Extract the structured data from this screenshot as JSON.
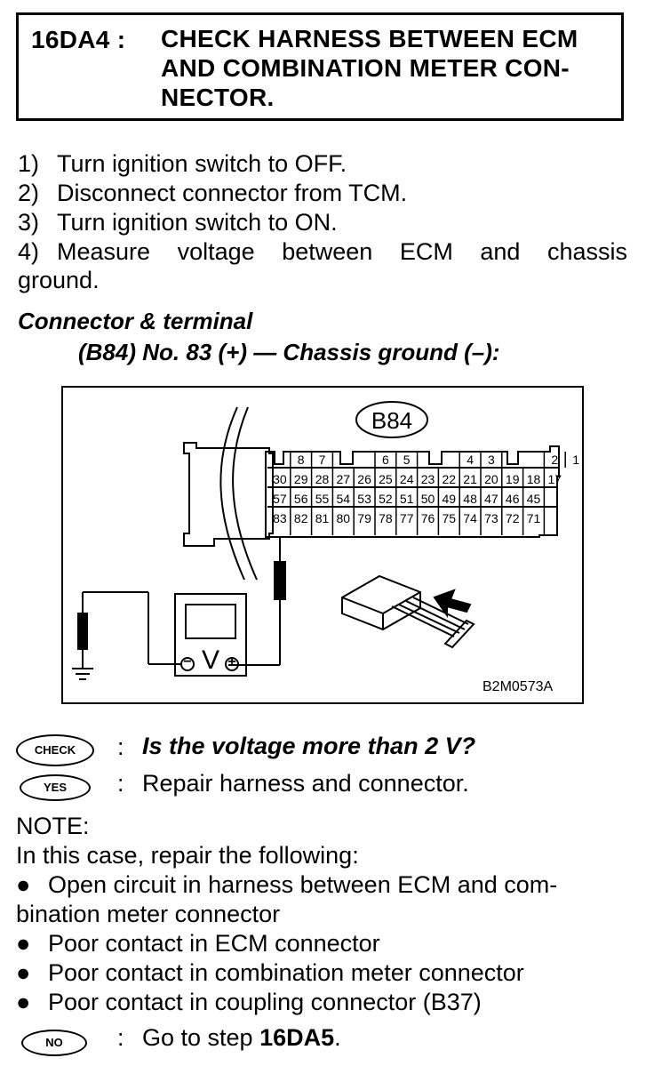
{
  "header": {
    "code": "16DA4 :",
    "title": "CHECK HARNESS BETWEEN ECM AND COMBINATION METER CON-NECTOR."
  },
  "steps": [
    {
      "num": "1)",
      "text": "Turn ignition switch to OFF."
    },
    {
      "num": "2)",
      "text": "Disconnect connector from TCM."
    },
    {
      "num": "3)",
      "text": "Turn ignition switch to ON."
    },
    {
      "num": "4)",
      "text": "Measure voltage between ECM and chassis"
    }
  ],
  "step4_continuation": "ground.",
  "connector": {
    "heading": "Connector & terminal",
    "detail": "(B84) No. 83 (+) — Chassis ground (–):"
  },
  "diagram": {
    "connector_label": "B84",
    "figure_id": "B2M0573A",
    "top_row": [
      "8",
      "7",
      "6",
      "5",
      "4",
      "3",
      "2",
      "1"
    ],
    "row2": [
      "30",
      "29",
      "28",
      "27",
      "26",
      "25",
      "24",
      "23",
      "22",
      "21",
      "20",
      "19",
      "18",
      "17"
    ],
    "row3": [
      "57",
      "56",
      "55",
      "54",
      "53",
      "52",
      "51",
      "50",
      "49",
      "48",
      "47",
      "46",
      "45"
    ],
    "row4": [
      "83",
      "82",
      "81",
      "80",
      "79",
      "78",
      "77",
      "76",
      "75",
      "74",
      "73",
      "72",
      "71"
    ],
    "meter_label": "V",
    "minus_label": "−",
    "plus_label": "+"
  },
  "check": {
    "badge": "CHECK",
    "colon": ":",
    "question": "Is the voltage more than 2 V?"
  },
  "yes": {
    "badge": "YES",
    "colon": ":",
    "text": "Repair harness and connector."
  },
  "note": {
    "title": "NOTE:",
    "intro": "In this case, repair the following:",
    "items": [
      {
        "bullet": "●",
        "text": "Open circuit in harness between ECM and com-bination meter connector"
      },
      {
        "bullet": "●",
        "text": "Poor contact in ECM connector"
      },
      {
        "bullet": "●",
        "text": "Poor contact in combination meter connector"
      },
      {
        "bullet": "●",
        "text": "Poor contact in coupling connector (B37)"
      }
    ]
  },
  "no": {
    "badge": "NO",
    "colon": ":",
    "text_prefix": "Go to step ",
    "target": "16DA5",
    "suffix": "."
  }
}
